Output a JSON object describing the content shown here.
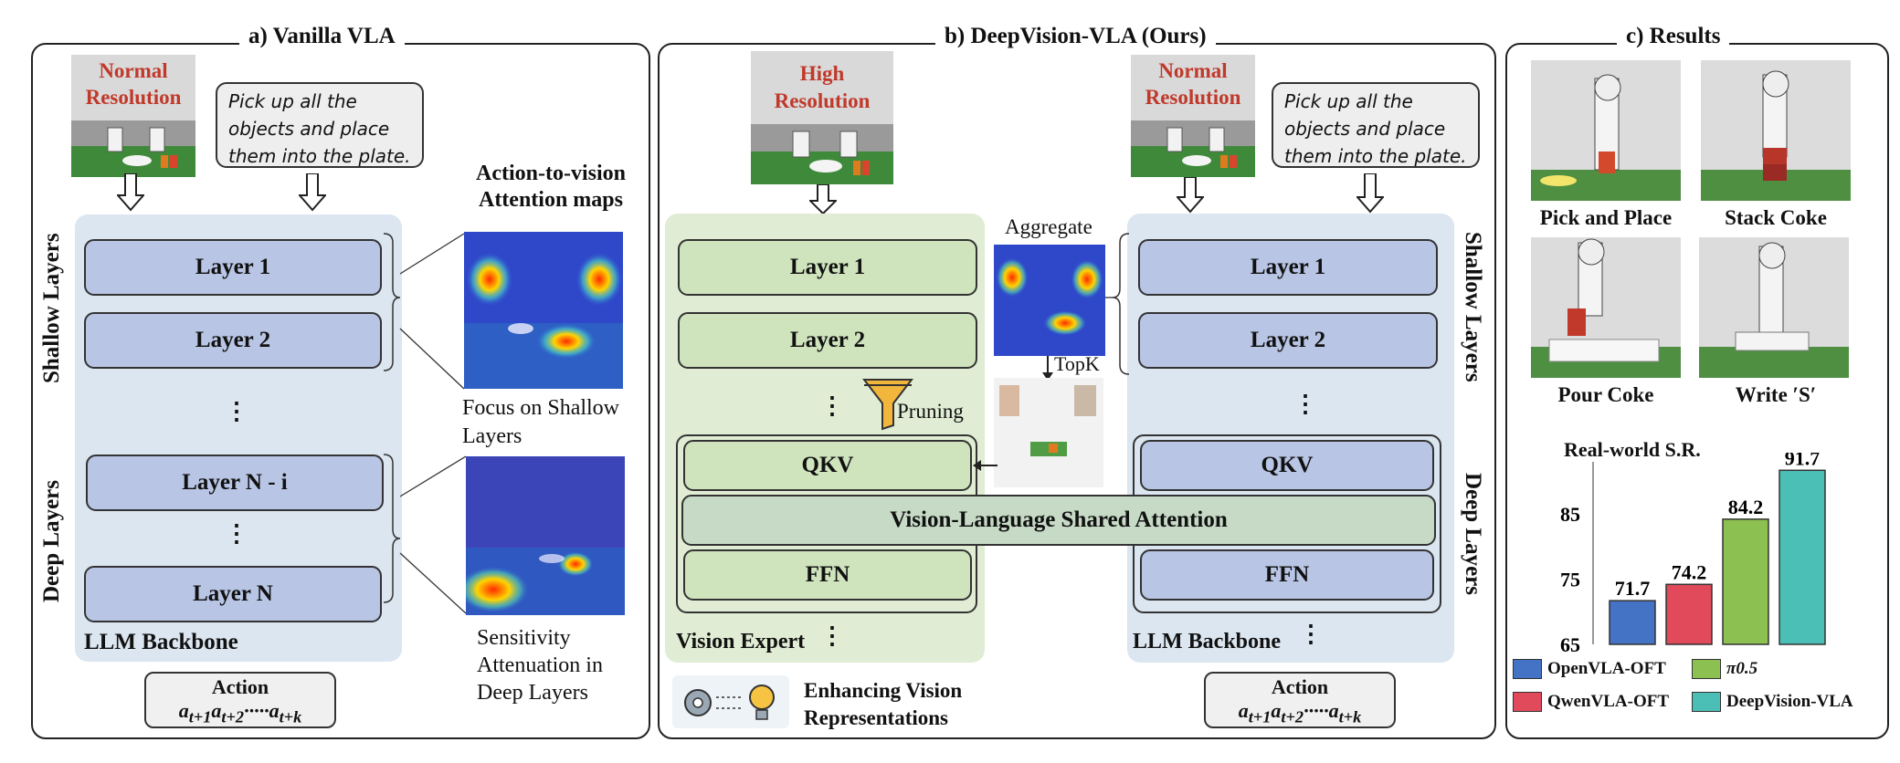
{
  "panel_a": {
    "title": "a) Vanilla VLA",
    "image_label": "Normal Resolution",
    "instruction": "Pick up all the objects and place them into the plate.",
    "layers": [
      "Layer 1",
      "Layer 2",
      "Layer N - i",
      "Layer N"
    ],
    "dots": "⋮",
    "backbone_label": "LLM Backbone",
    "shallow_label": "Shallow Layers",
    "deep_label": "Deep Layers",
    "attention_title": "Action-to-vision Attention maps",
    "focus_text": "Focus on Shallow Layers",
    "sensitivity_text": "Sensitivity Attenuation in Deep Layers",
    "action_title": "Action",
    "action_formula": "a_{t+1}a_{t+2}·····a_{t+k}"
  },
  "panel_b": {
    "title": "b) DeepVision-VLA (Ours)",
    "high_res_label": "High Resolution",
    "normal_res_label": "Normal Resolution",
    "instruction": "Pick up all the objects and place them into the plate.",
    "vision_layers": [
      "Layer 1",
      "Layer 2"
    ],
    "llm_layers": [
      "Layer 1",
      "Layer 2"
    ],
    "qkv": "QKV",
    "ffn": "FFN",
    "shared_attention": "Vision-Language Shared Attention",
    "aggregate": "Aggregate",
    "topk": "TopK",
    "pruning": "Pruning",
    "vision_expert": "Vision Expert",
    "llm_backbone": "LLM Backbone",
    "shallow_label": "Shallow Layers",
    "deep_label": "Deep Layers",
    "enhance_text": "Enhancing Vision Representations",
    "action_title": "Action",
    "action_formula": "a_{t+1}a_{t+2}·····a_{t+k}"
  },
  "panel_c": {
    "title": "c) Results",
    "tasks": [
      "Pick and Place",
      "Stack Coke",
      "Pour Coke",
      "Write ′S′"
    ],
    "chart_title": "Real-world S.R."
  },
  "chart_data": {
    "type": "bar",
    "title": "Real-world S.R.",
    "categories": [
      "OpenVLA-OFT",
      "QwenVLA-OFT",
      "π0.5",
      "DeepVision-VLA"
    ],
    "values": [
      71.7,
      74.2,
      84.2,
      91.7
    ],
    "colors": [
      "#4472c4",
      "#e04a5a",
      "#8cc152",
      "#4bbfb6"
    ],
    "yticks": [
      65,
      75,
      85
    ],
    "ylim": [
      65,
      93
    ],
    "legend": [
      "OpenVLA-OFT",
      "π0.5",
      "QwenVLA-OFT",
      "DeepVision-VLA"
    ],
    "legend_placement": "bottom"
  }
}
